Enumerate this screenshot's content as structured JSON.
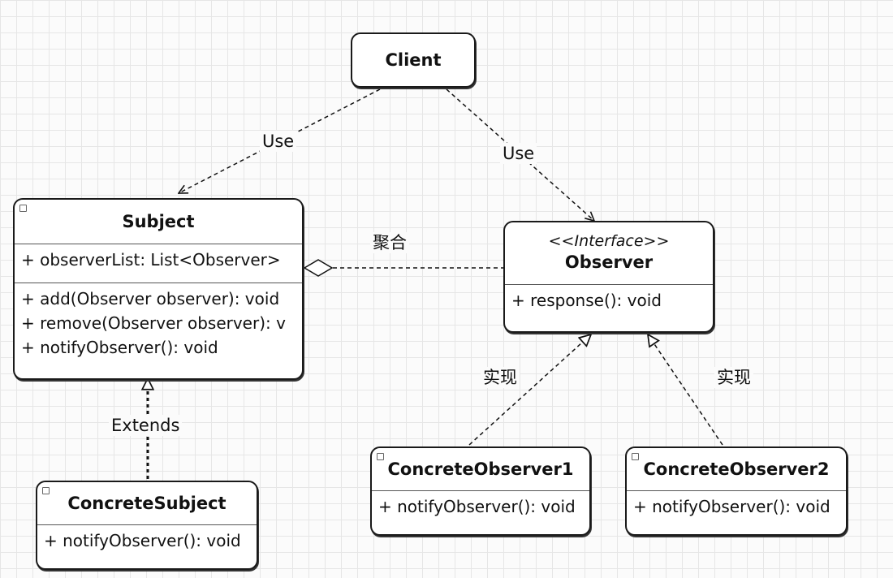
{
  "client": {
    "name": "Client"
  },
  "subject": {
    "name": "Subject",
    "fields": [
      "+ observerList: List<Observer>"
    ],
    "methods": [
      "+ add(Observer observer): void",
      "+ remove(Observer observer): v",
      "+ notifyObserver(): void"
    ]
  },
  "observer": {
    "stereotype": "<<Interface>>",
    "name": "Observer",
    "methods": [
      "+ response(): void"
    ]
  },
  "concrete_subject": {
    "name": "ConcreteSubject",
    "methods": [
      "+ notifyObserver(): void"
    ]
  },
  "concrete_observer1": {
    "name": "ConcreteObserver1",
    "methods": [
      "+ notifyObserver(): void"
    ]
  },
  "concrete_observer2": {
    "name": "ConcreteObserver2",
    "methods": [
      "+ notifyObserver(): void"
    ]
  },
  "labels": {
    "use_left": "Use",
    "use_right": "Use",
    "aggregation": "聚合",
    "extends": "Extends",
    "implements_left": "实现",
    "implements_right": "实现"
  }
}
